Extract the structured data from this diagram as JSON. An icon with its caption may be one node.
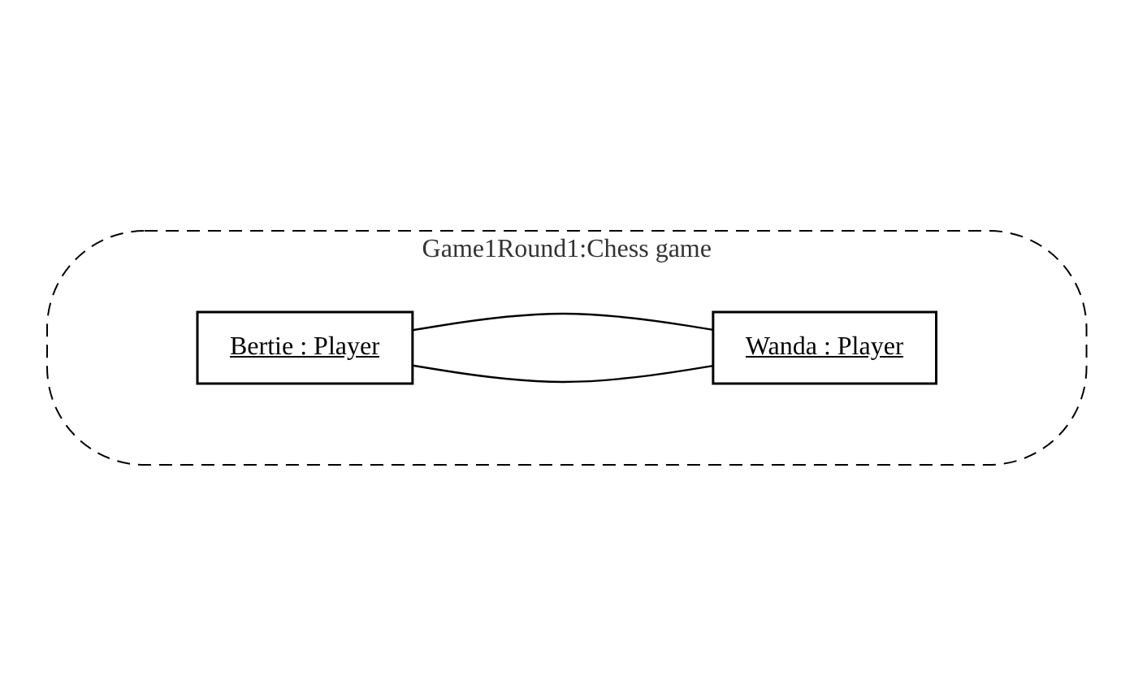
{
  "diagram": {
    "nodes": [
      {
        "text": [
          "Game1Round1:Chess game"
        ]
      },
      {
        "text": [
          "Bertie : Player"
        ],
        "in": 0
      },
      {
        "text": [
          "Wanda : Player"
        ],
        "in": 0
      }
    ],
    "edges": [
      {
        "from": 1,
        "to": 2,
        "arrow": "none"
      },
      {
        "from": 1,
        "to": 2,
        "arrow": "none"
      }
    ]
  }
}
